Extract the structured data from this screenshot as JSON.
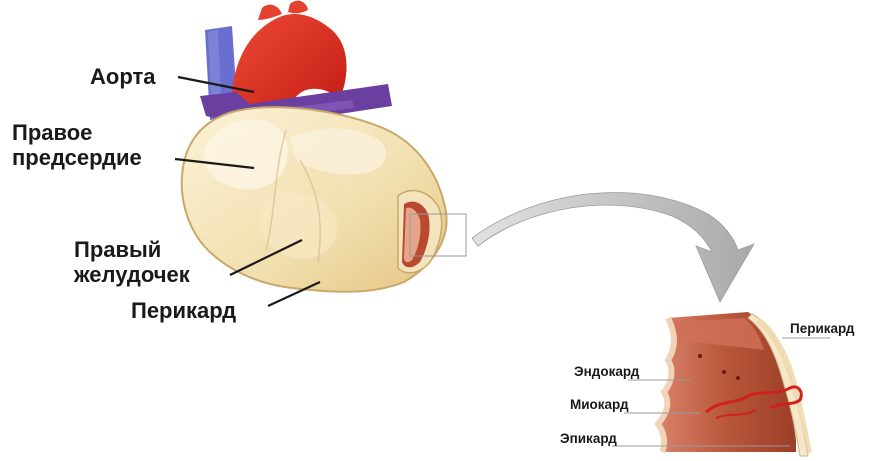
{
  "labels": {
    "aorta": "Аорта",
    "right_atrium_line1": "Правое",
    "right_atrium_line2": "предсердие",
    "right_ventricle_line1": "Правый",
    "right_ventricle_line2": "желудочек",
    "pericardium": "Перикард",
    "pericardium_detail": "Перикард",
    "endocardium": "Эндокард",
    "myocardium": "Миокард",
    "epicardium": "Эпикард"
  },
  "colors": {
    "aorta": "#d8231b",
    "vein": "#6a3fa0",
    "pericardium": "#f1dfae",
    "muscle": "#b8563a",
    "arrow": "#b9b9b9"
  }
}
